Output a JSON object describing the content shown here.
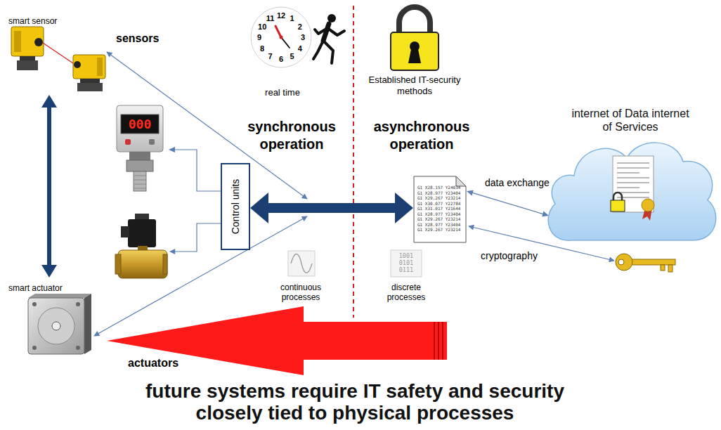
{
  "diagram": {
    "caption": "future systems require IT safety and security closely tied to physical processes",
    "nodes": [
      {
        "text": [
          "smart sensor"
        ]
      },
      {
        "text": [
          "000"
        ]
      },
      {
        "text": [
          "Control units"
        ]
      },
      {
        "text": [
          "G1 X28.157 Y24034 G1 X28.977 Y23404 G1 X29.267 Y23214 G1 X30.077 Y22784 G1 X31.017 Y21644 G1 X28.977 Y23404 G1 X29.267 Y23214 G1 X28.977 Y23404 G1 X29.267 Y23214"
        ]
      },
      {
        "text": [
          "internet of Data internet of Services"
        ]
      },
      {
        "text": [
          "smart actuator"
        ]
      }
    ],
    "edges": [
      {
        "from": 0,
        "to": 5,
        "arrow": "both"
      },
      {
        "from": 2,
        "to": 1,
        "arrow": "to"
      },
      {
        "from": 2,
        "to": 3,
        "arrow": "both"
      },
      {
        "from": 3,
        "to": 4,
        "label": "data exchange",
        "arrow": "both"
      }
    ],
    "labels": [
      "sensors",
      "12",
      "1",
      "2",
      "3",
      "4",
      "5",
      "6",
      "7",
      "8",
      "9",
      "10",
      "11",
      "real time",
      "Established IT-security methods",
      "synchronous operation",
      "asynchronous operation",
      "continuous processes",
      "discrete processes",
      "1001 0101 0111",
      "cryptography",
      "actuators"
    ]
  }
}
